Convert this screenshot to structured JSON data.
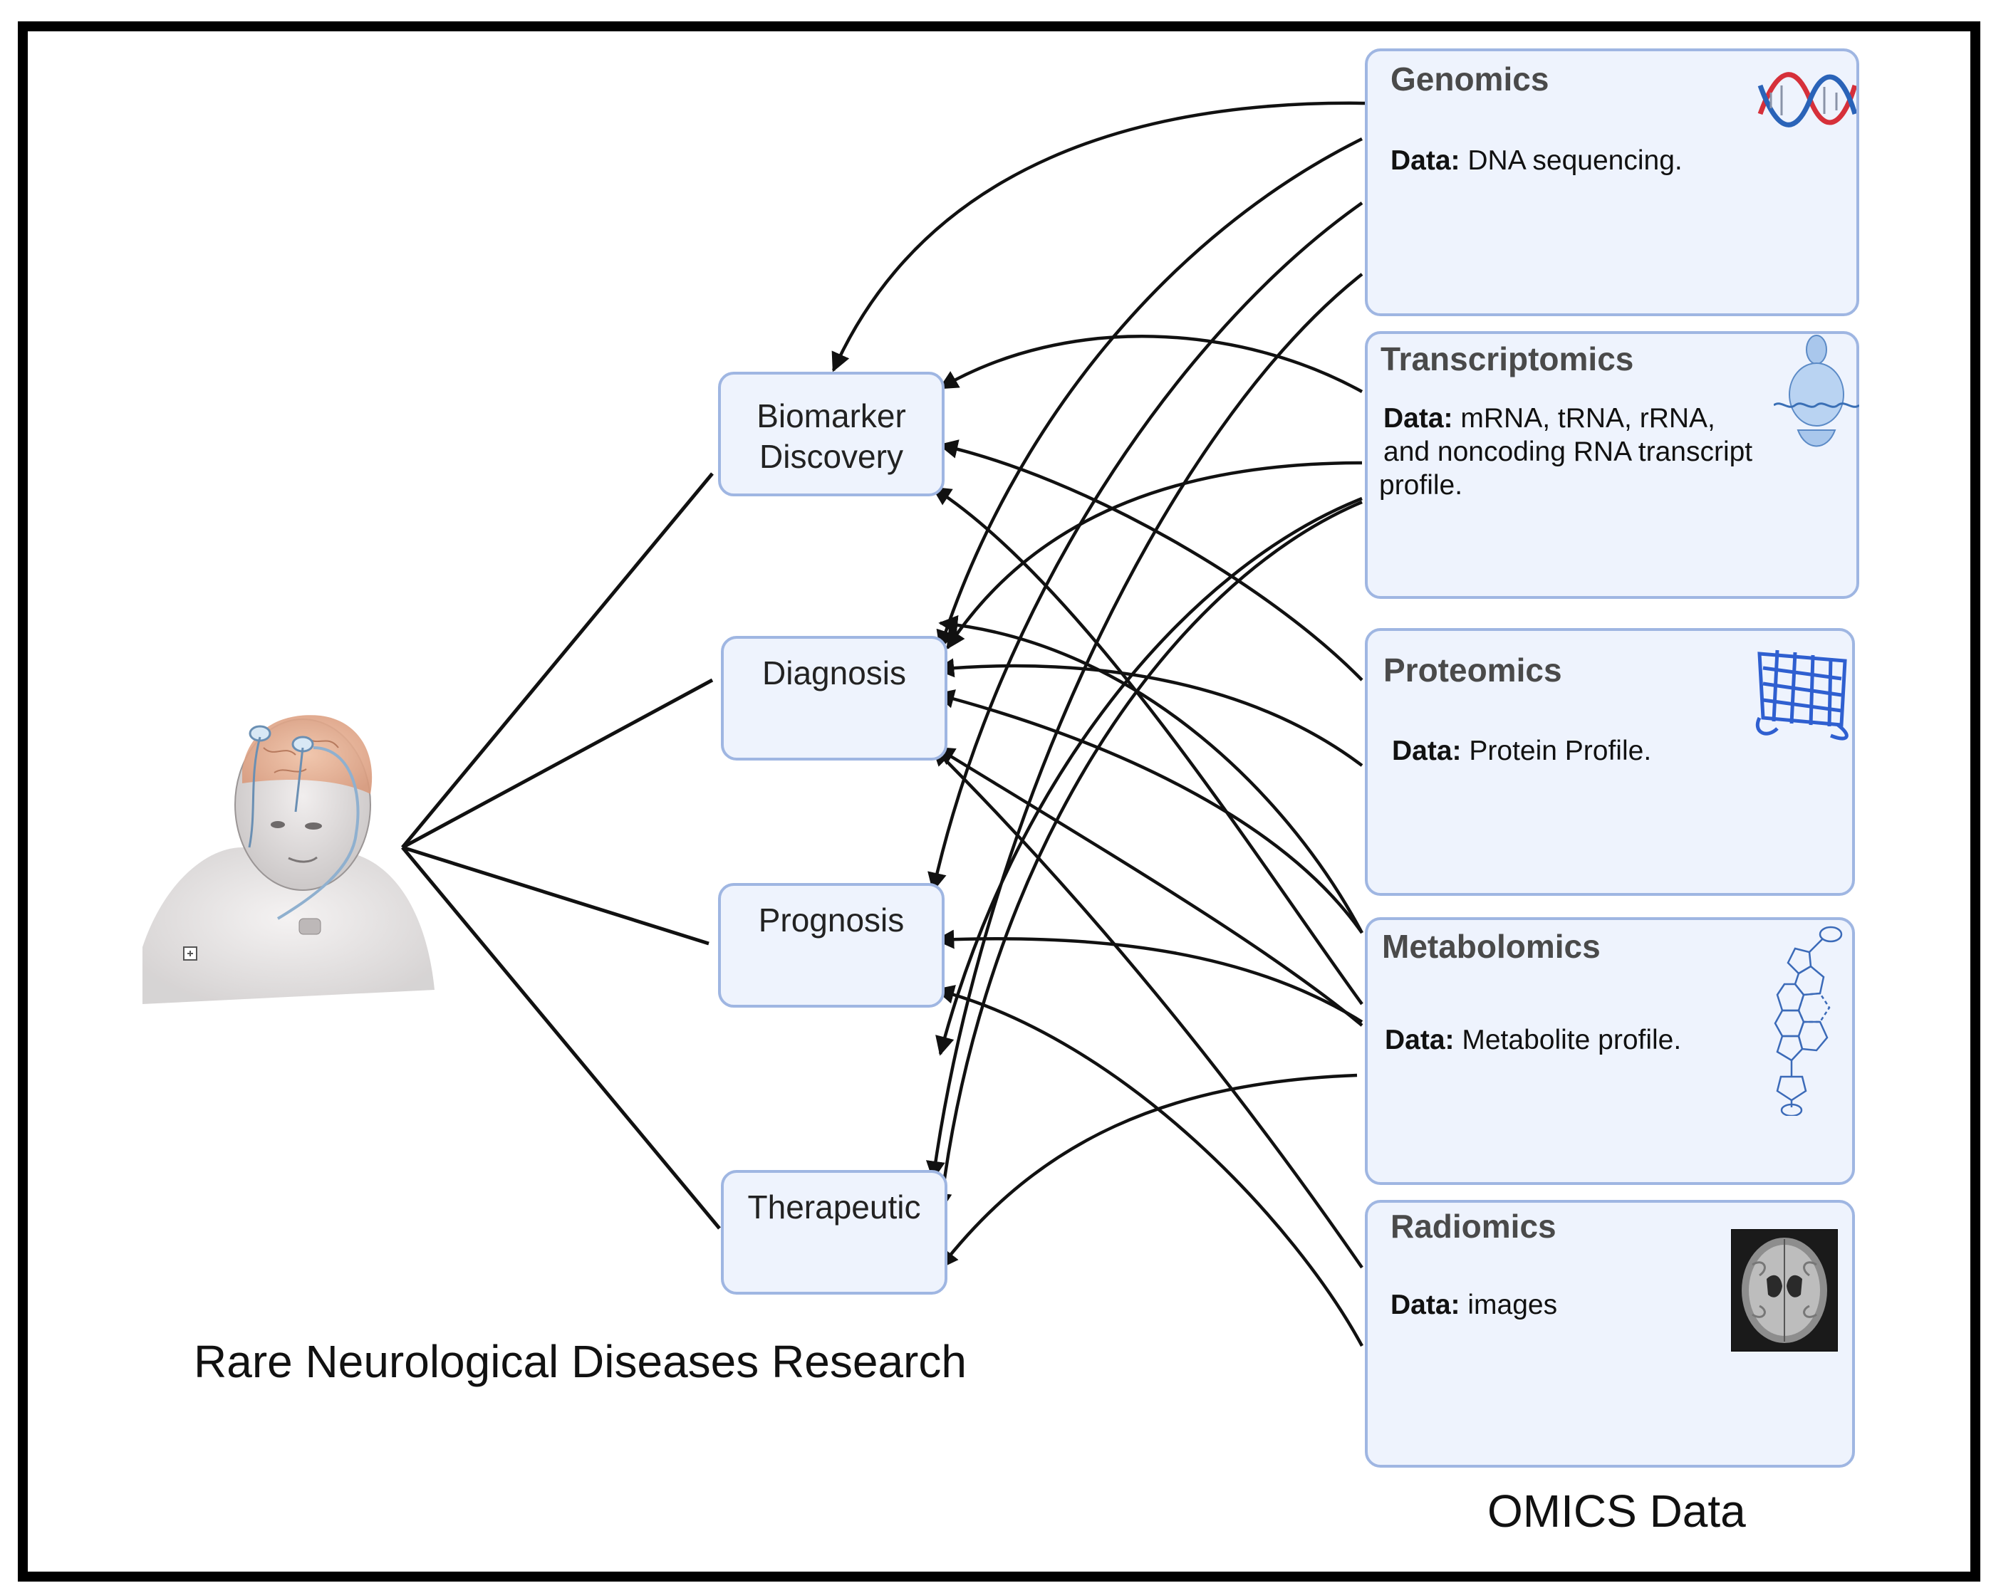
{
  "applications": [
    {
      "id": "biomarker",
      "line1": "Biomarker",
      "line2": "Discovery"
    },
    {
      "id": "diagnosis",
      "line1": "Diagnosis",
      "line2": ""
    },
    {
      "id": "prognosis",
      "line1": "Prognosis",
      "line2": ""
    },
    {
      "id": "therapeutic",
      "line1": "Therapeutic",
      "line2": ""
    }
  ],
  "omics": [
    {
      "id": "genomics",
      "title": "Genomics",
      "data_label": "Data:",
      "data_line1": "DNA sequencing.",
      "data_line2": "",
      "data_line3": "",
      "icon": "dna-helix-icon"
    },
    {
      "id": "transcriptomics",
      "title": "Transcriptomics",
      "data_label": "Data:",
      "data_line1": "mRNA, tRNA, rRNA,",
      "data_line2": "and noncoding RNA transcript",
      "data_line3": "profile.",
      "icon": "ribosome-icon"
    },
    {
      "id": "proteomics",
      "title": "Proteomics",
      "data_label": "Data:",
      "data_line1": "Protein Profile.",
      "data_line2": "",
      "data_line3": "",
      "icon": "protein-structure-icon"
    },
    {
      "id": "metabolomics",
      "title": "Metabolomics",
      "data_label": "Data:",
      "data_line1": "Metabolite profile.",
      "data_line2": "",
      "data_line3": "",
      "icon": "molecule-structure-icon"
    },
    {
      "id": "radiomics",
      "title": "Radiomics",
      "data_label": "Data:",
      "data_line1": "images",
      "data_line2": "",
      "data_line3": "",
      "icon": "brain-mri-icon"
    }
  ],
  "captions": {
    "left": "Rare Neurological Diseases Research",
    "right": "OMICS Data"
  },
  "patient_icon": "patient-head-electrodes-icon",
  "colors": {
    "box_fill": "#eef3fd",
    "box_border": "#9fb6e2",
    "arrow": "#111111",
    "dna_red": "#d6303a",
    "dna_blue": "#2a63b8"
  }
}
